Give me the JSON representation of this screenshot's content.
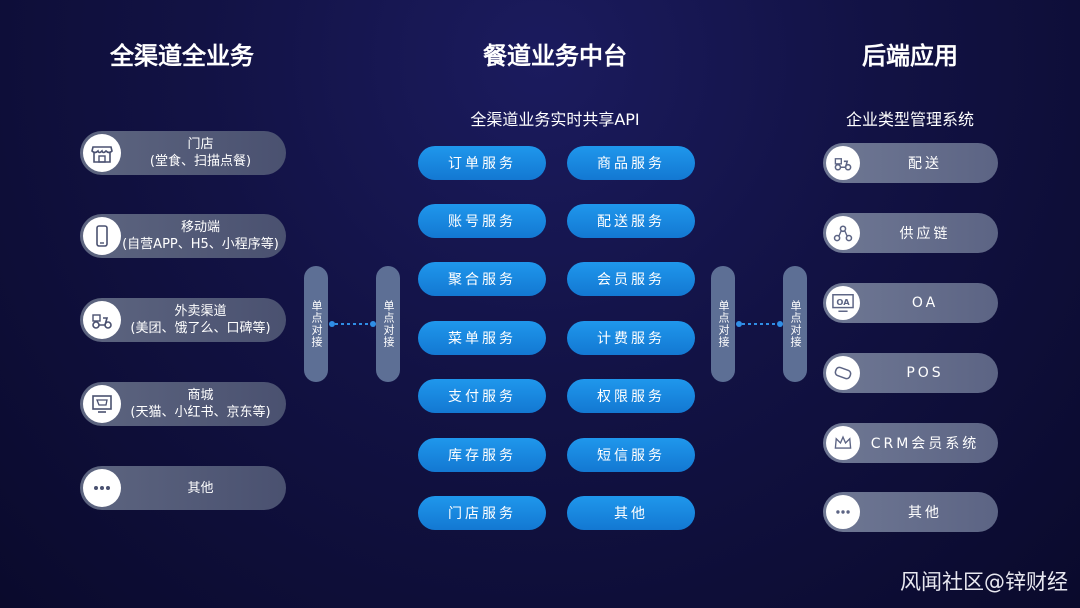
{
  "left": {
    "title": "全渠道全业务",
    "items": [
      {
        "line1": "门店",
        "line2": "(堂食、扫描点餐)",
        "icon": "storefront-icon"
      },
      {
        "line1": "移动端",
        "line2": "(自营APP、H5、小程序等)",
        "icon": "mobile-phone-icon"
      },
      {
        "line1": "外卖渠道",
        "line2": "(美团、饿了么、口碑等)",
        "icon": "delivery-scooter-icon"
      },
      {
        "line1": "商城",
        "line2": "(天猫、小红书、京东等)",
        "icon": "shopping-cart-icon"
      },
      {
        "line1": "其他",
        "line2": "",
        "icon": "more-dots-icon"
      }
    ]
  },
  "middle": {
    "title": "餐道业务中台",
    "subtitle": "全渠道业务实时共享API",
    "services_left": [
      "订单服务",
      "账号服务",
      "聚合服务",
      "菜单服务",
      "支付服务",
      "库存服务",
      "门店服务"
    ],
    "services_right": [
      "商品服务",
      "配送服务",
      "会员服务",
      "计费服务",
      "权限服务",
      "短信服务",
      "其他"
    ]
  },
  "connectors": {
    "label": "单点对接"
  },
  "right": {
    "title": "后端应用",
    "subtitle": "企业类型管理系统",
    "items": [
      {
        "label": "配送",
        "icon": "delivery-scooter-icon"
      },
      {
        "label": "供应链",
        "icon": "network-nodes-icon"
      },
      {
        "label": "OA",
        "icon": "oa-monitor-icon"
      },
      {
        "label": "POS",
        "icon": "card-swipe-icon"
      },
      {
        "label": "CRM会员系统",
        "icon": "crown-icon"
      },
      {
        "label": "其他",
        "icon": "more-dots-icon"
      }
    ]
  },
  "watermark": "风闻社区@锌财经",
  "colors": {
    "background": "#121244",
    "service_blue": "#1889e0",
    "pill_gray": "#555d7a",
    "connector_dash": "#2f8ee6"
  }
}
